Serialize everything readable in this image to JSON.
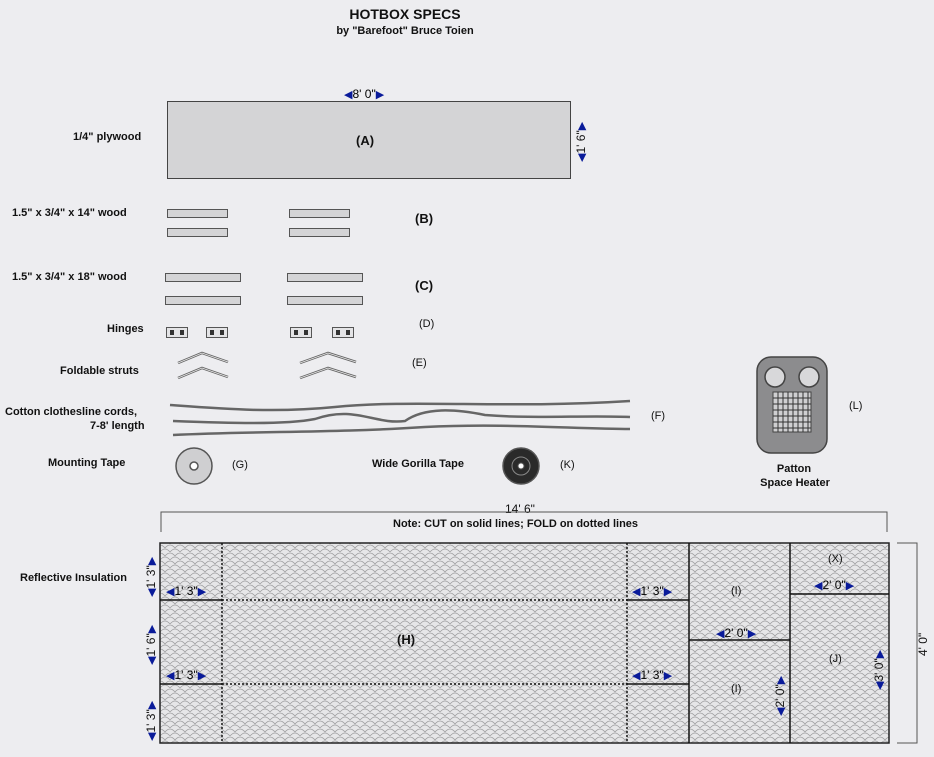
{
  "header": {
    "title": "HOTBOX SPECS",
    "subtitle": "by \"Barefoot\" Bruce Toien"
  },
  "plywood": {
    "label": "1/4\" plywood",
    "tag": "(A)",
    "width": "8' 0\"",
    "height": "1' 6\""
  },
  "wood14": {
    "label": "1.5\" x 3/4\" x 14\" wood",
    "tag": "(B)"
  },
  "wood18": {
    "label": "1.5\" x 3/4\" x 18\" wood",
    "tag": "(C)"
  },
  "hinges": {
    "label": "Hinges",
    "tag": "(D)"
  },
  "struts": {
    "label": "Foldable struts",
    "tag": "(E)"
  },
  "cords": {
    "label_line1": "Cotton clothesline cords,",
    "label_line2": "7-8' length",
    "tag": "(F)"
  },
  "mounting_tape": {
    "label": "Mounting Tape",
    "tag": "(G)"
  },
  "gorilla_tape": {
    "label": "Wide Gorilla Tape",
    "tag": "(K)"
  },
  "heater": {
    "tag": "(L)",
    "label_line1": "Patton",
    "label_line2": "Space Heater"
  },
  "insulation": {
    "label": "Reflective Insulation",
    "total_width": "14' 6\"",
    "note": "Note: CUT on solid lines; FOLD on dotted lines",
    "height": "4' 0\"",
    "left_dims": [
      "1' 3\"",
      "1' 6\"",
      "1' 3\""
    ],
    "inner_dims": [
      "1' 3\"",
      "1' 3\"",
      "1' 3\"",
      "1' 3\""
    ],
    "dim_2ft_a": "2' 0\"",
    "dim_2ft_b": "2' 0\"",
    "dim_2ft_c": "2' 0\"",
    "dim_3ft": "3' 0\"",
    "tag_h": "(H)",
    "tag_i_top": "(I)",
    "tag_i_bottom": "(I)",
    "tag_x": "(X)",
    "tag_j": "(J)"
  }
}
